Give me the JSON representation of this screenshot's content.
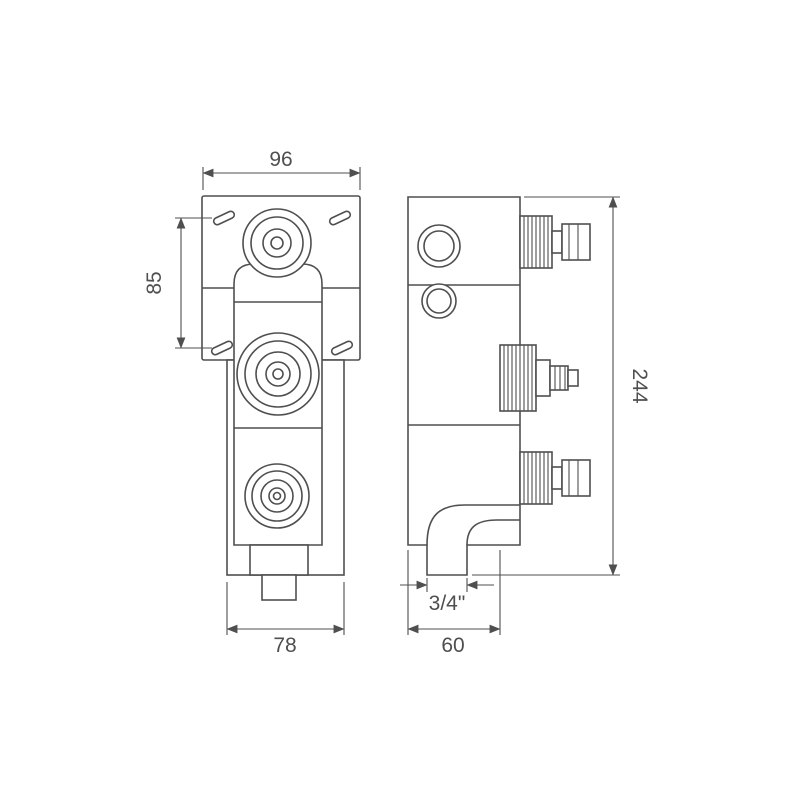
{
  "diagram": {
    "background_color": "#ffffff",
    "line_color": "#4f4f4f",
    "views": {
      "front": {
        "dim_top_width": "96",
        "dim_fixing_centres": "85",
        "dim_bottom_width": "78"
      },
      "side": {
        "dim_height": "244",
        "dim_bottom_depth": "60",
        "dim_outlet": "3/4\""
      }
    }
  }
}
